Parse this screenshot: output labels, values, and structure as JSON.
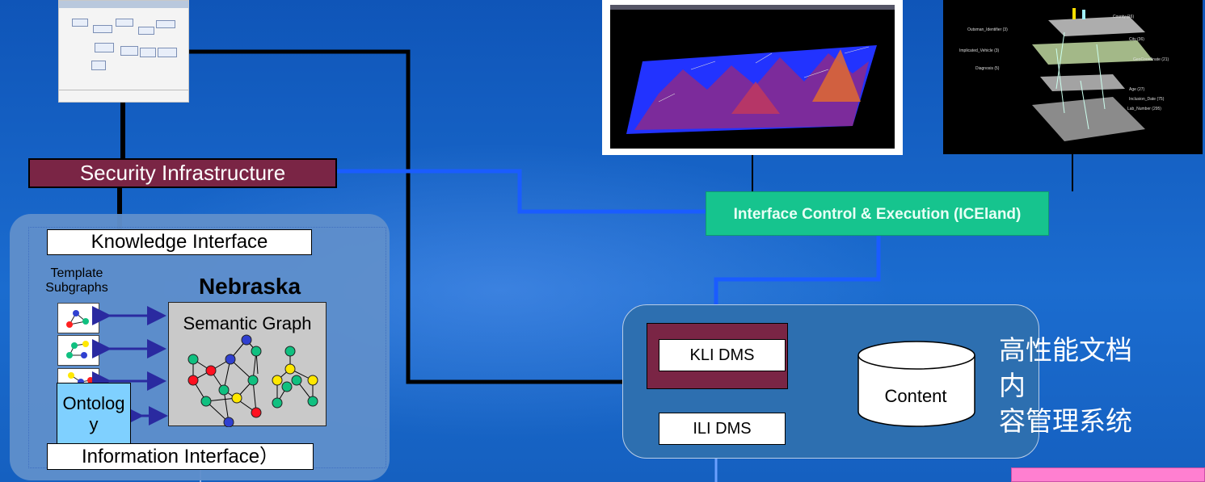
{
  "security": {
    "label": "Security Infrastructure"
  },
  "ice": {
    "label": "Interface Control & Execution  (ICEland)"
  },
  "nebraska": {
    "knowledge_interface": "Knowledge Interface",
    "template_line1": "Template",
    "template_line2": "Subgraphs",
    "title": "Nebraska",
    "semantic_graph": "Semantic Graph",
    "ontology_line1": "Ontolog",
    "ontology_line2": "y",
    "information_interface": "Information Interface）"
  },
  "dms": {
    "kli": "KLI DMS",
    "ili": "ILI DMS",
    "content": "Content",
    "system_name_line1": "高性能文档内",
    "system_name_line2": "容管理系统"
  },
  "colors": {
    "background": "#1866c9",
    "security": "#7a2545",
    "ice": "#16c48e",
    "blue_link": "#1a5cff",
    "ontology": "#7fd0ff",
    "pink": "#ff7fd0"
  }
}
